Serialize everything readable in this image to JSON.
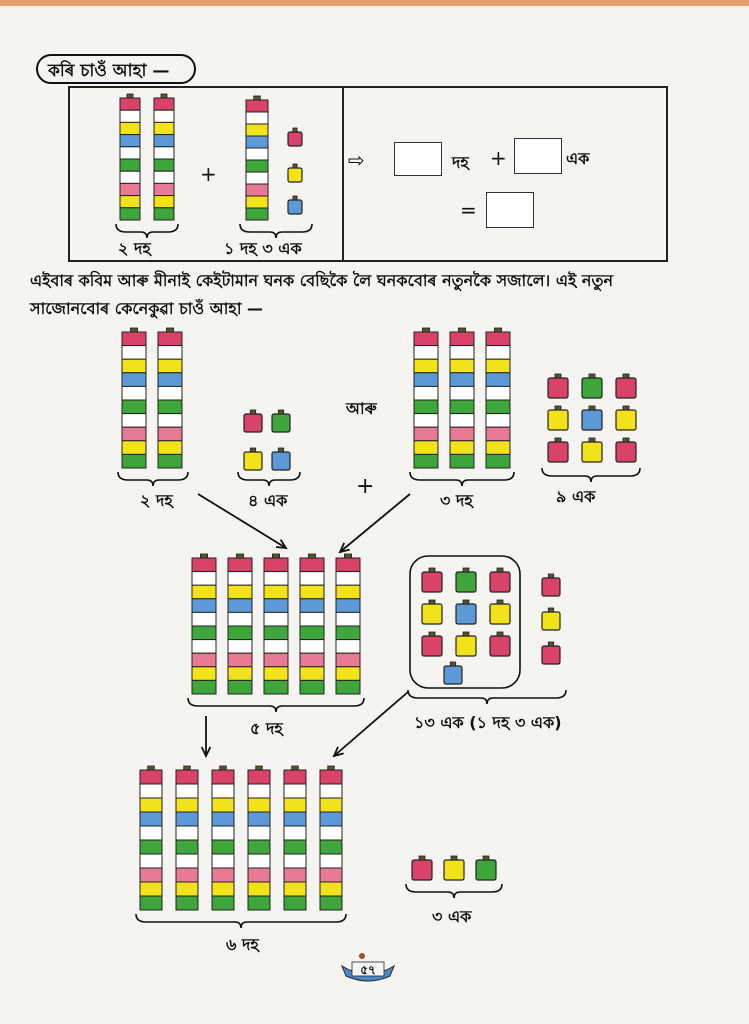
{
  "title": "কৰি চাওঁ আহা —",
  "top_section": {
    "left_label_1": "২ দহ",
    "left_plus": "+",
    "left_label_2": "১ দহ  ৩ এক",
    "arrow": "⇨",
    "unit_tens": "দহ",
    "plus": "+",
    "unit_ones": "এক",
    "equals": "="
  },
  "intro_line_1": "এইবাৰ কবিম আৰু মীনাই কেইটামান ঘনক বেছিকৈ লৈ ঘনকবোৰ নতুনকৈ সজালে। এই নতুন",
  "intro_line_2": "সাজোনবোৰ কেনেকুৱা চাওঁ  আহা —",
  "group_a": {
    "tens_label": "২ দহ",
    "ones_label": "৪ এক"
  },
  "and_word": "আৰু",
  "plus_sign": "+",
  "group_b": {
    "tens_label": "৩ দহ",
    "ones_label": "৯ এক"
  },
  "combined_tens_label": "৫ দহ",
  "combined_ones_label": "১৩ এক (১ দহ ৩ এক)",
  "result_tens_label": "৬ দহ",
  "result_ones_label": "৩ এক",
  "page_number": "৫৭",
  "colors": {
    "red": "#d9436a",
    "yellow": "#f2e21a",
    "green": "#3fa63b",
    "blue": "#5b9ad6",
    "white": "#ffffff",
    "pink": "#e87a95"
  }
}
